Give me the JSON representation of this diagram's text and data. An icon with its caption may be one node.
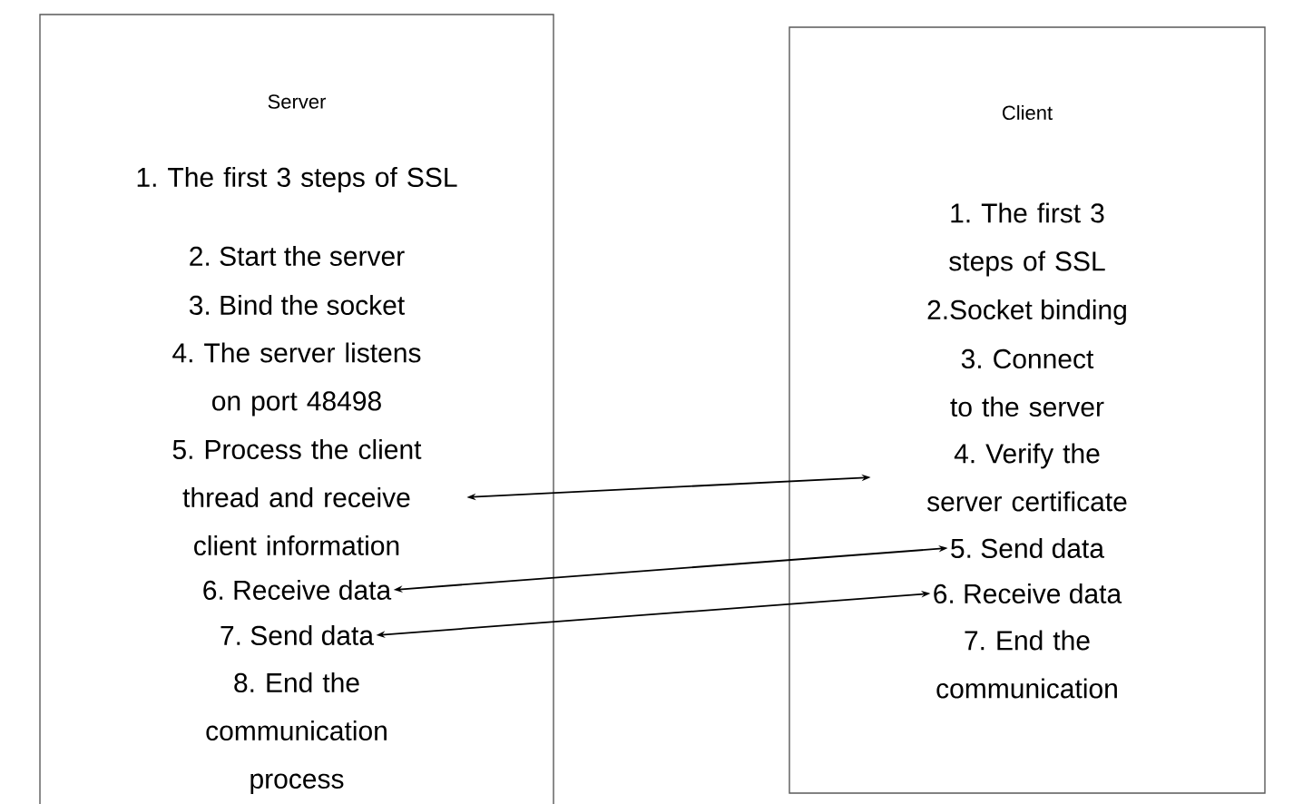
{
  "diagram": {
    "nodes": [
      {
        "text": [
          "Server"
        ]
      },
      {
        "text": [
          "1. The first 3 steps of SSL"
        ],
        "in": 0
      },
      {
        "text": [
          "2. Start the server"
        ],
        "in": 0
      },
      {
        "text": [
          "3. Bind the socket"
        ],
        "in": 0
      },
      {
        "text": [
          "4. The server listens on port 48498"
        ],
        "in": 0
      },
      {
        "text": [
          "5. Process the client thread and receive client information"
        ],
        "in": 0
      },
      {
        "text": [
          "6. Receive data"
        ],
        "in": 0
      },
      {
        "text": [
          "7. Send data"
        ],
        "in": 0
      },
      {
        "text": [
          "8. End the communication process"
        ],
        "in": 0
      },
      {
        "text": [
          "Client"
        ]
      },
      {
        "text": [
          "1. The first 3 steps of SSL"
        ],
        "in": 9
      },
      {
        "text": [
          "2.Socket binding"
        ],
        "in": 9
      },
      {
        "text": [
          "3. Connect to the server"
        ],
        "in": 9
      },
      {
        "text": [
          "4. Verify the server certificate"
        ],
        "in": 9
      },
      {
        "text": [
          "5. Send data"
        ],
        "in": 9
      },
      {
        "text": [
          "6. Receive data"
        ],
        "in": 9
      },
      {
        "text": [
          "7. End the communication"
        ],
        "in": 9
      }
    ],
    "edges": [
      {
        "from": 5,
        "to": 13,
        "arrow": "both"
      },
      {
        "from": 6,
        "to": 14,
        "arrow": "both"
      },
      {
        "from": 7,
        "to": 15,
        "arrow": "both"
      }
    ]
  }
}
